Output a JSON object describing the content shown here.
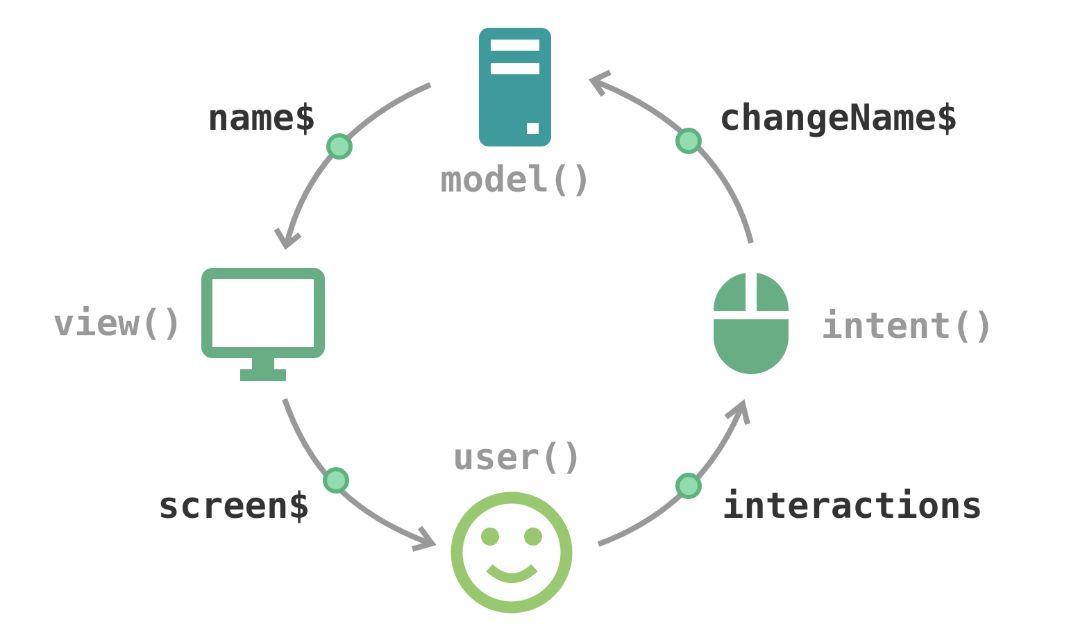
{
  "colors": {
    "arrow": "#999999",
    "model_icon": "#3f9a9c",
    "view_icon": "#68ad84",
    "intent_icon": "#68ad84",
    "user_icon": "#99c870",
    "stream_dot_fill": "#92dcaf",
    "stream_dot_stroke": "#5db37f",
    "dark_text": "#333333",
    "grey_text": "#999999"
  },
  "nodes": {
    "model": {
      "label": "model()",
      "icon": "server-icon"
    },
    "view": {
      "label": "view()",
      "icon": "monitor-icon"
    },
    "user": {
      "label": "user()",
      "icon": "smiley-icon"
    },
    "intent": {
      "label": "intent()",
      "icon": "mouse-icon"
    }
  },
  "streams": {
    "name": "name$",
    "screen": "screen$",
    "interactions": "interactions",
    "change_name": "changeName$"
  }
}
